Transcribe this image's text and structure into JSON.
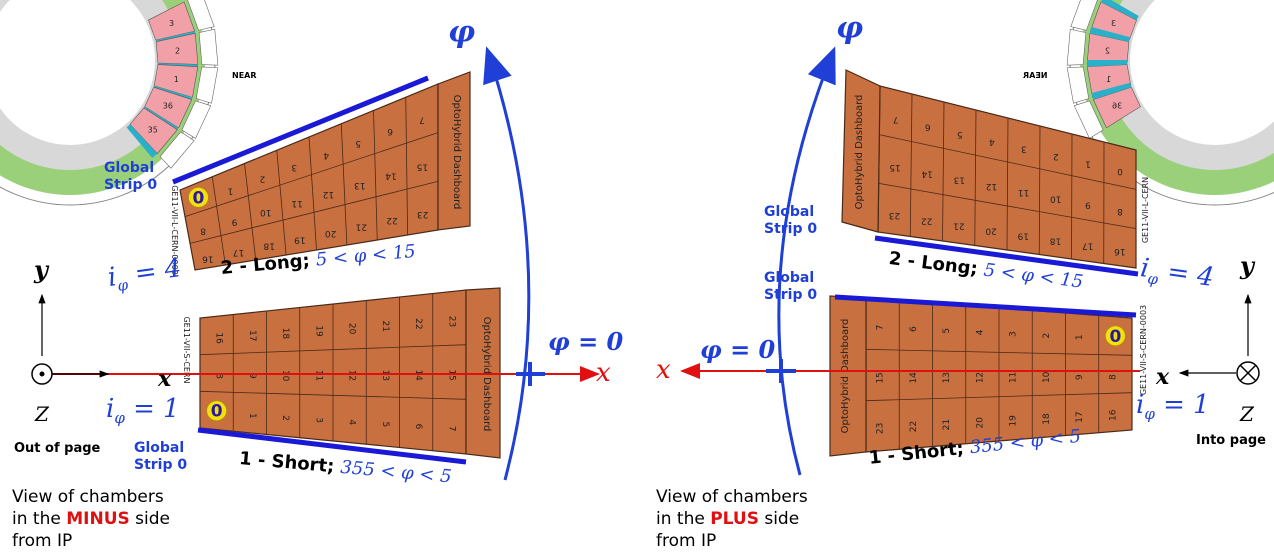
{
  "colors": {
    "chamber": "#c87040",
    "chamber_line": "#4a2a18",
    "strip_blue": "#1a1ad6",
    "axis_red": "#e01010",
    "phi_blue": "#1f3fd6",
    "ring_green": "#9ad07a",
    "ring_pink": "#f2a0a8",
    "ring_cyan": "#2ab0c8",
    "zero_yellow": "#f4e010"
  },
  "left": {
    "long_label": "2 - Long; ",
    "long_range": "5 < φ < 15",
    "short_label": "1 - Short; ",
    "short_range": "355 < φ < 5",
    "i4": "i",
    "i4_sub": "φ",
    "i4_val": " = 4",
    "i1": "i",
    "i1_sub": "φ",
    "i1_val": " = 1",
    "phi": "φ",
    "phi0": "φ = 0",
    "x_label": "x",
    "x_axis_end": "x",
    "y_label": "y",
    "z_label": "Z",
    "page_dir": "Out of page",
    "global_strip_top": [
      "Global",
      "Strip 0"
    ],
    "global_strip_bottom": [
      "Global",
      "Strip 0"
    ],
    "view_lines": [
      "View of chambers",
      "in the ",
      "MINUS",
      " side",
      "from IP"
    ],
    "long_id": "GE11-VII-L-CERN-0003",
    "short_id": "GE11-VII-S-CERN",
    "dashboard": "OptoHybrid Dashboard",
    "ring_numbers": [
      "3",
      "2",
      "1",
      "36",
      "35"
    ],
    "near": "NEAR",
    "zero": "0",
    "long_rows": [
      [
        "0",
        "1",
        "2",
        "3",
        "4",
        "5",
        "6",
        "7"
      ],
      [
        "8",
        "9",
        "10",
        "11",
        "12",
        "13",
        "14",
        "15"
      ],
      [
        "16",
        "17",
        "18",
        "19",
        "20",
        "21",
        "22",
        "23"
      ]
    ],
    "short_rows": [
      [
        "16",
        "17",
        "18",
        "19",
        "20",
        "21",
        "22",
        "23"
      ],
      [
        "8",
        "9",
        "10",
        "11",
        "12",
        "13",
        "14",
        "15"
      ],
      [
        "0",
        "1",
        "2",
        "3",
        "4",
        "5",
        "6",
        "7"
      ]
    ]
  },
  "right": {
    "long_label": "2 - Long; ",
    "long_range": "5 < φ < 15",
    "short_label": "1 - Short; ",
    "short_range": "355 < φ < 5",
    "i4": "i",
    "i4_sub": "φ",
    "i4_val": " = 4",
    "i1": "i",
    "i1_sub": "φ",
    "i1_val": " = 1",
    "phi": "φ",
    "phi0": "φ = 0",
    "x_label": "x",
    "x_axis_end": "x",
    "y_label": "y",
    "z_label": "Z",
    "page_dir": "Into page",
    "global_strip_top": [
      "Global",
      "Strip 0"
    ],
    "global_strip_bottom": [
      "Global",
      "Strip 0"
    ],
    "view_lines": [
      "View of chambers",
      "in the ",
      "PLUS",
      " side",
      "from IP"
    ],
    "long_id": "GE11-VII-L-CERN",
    "short_id": "GE11-VII-S-CERN-0003",
    "dashboard": "OptoHybrid Dashboard",
    "ring_numbers": [
      "3",
      "2",
      "1",
      "36"
    ],
    "near": "NEAR",
    "zero": "0",
    "long_rows": [
      [
        "7",
        "6",
        "5",
        "4",
        "3",
        "2",
        "1",
        "0"
      ],
      [
        "15",
        "14",
        "13",
        "12",
        "11",
        "10",
        "9",
        "8"
      ],
      [
        "23",
        "22",
        "21",
        "20",
        "19",
        "18",
        "17",
        "16"
      ]
    ],
    "short_rows": [
      [
        "7",
        "6",
        "5",
        "4",
        "3",
        "2",
        "1",
        "0"
      ],
      [
        "15",
        "14",
        "13",
        "12",
        "11",
        "10",
        "9",
        "8"
      ],
      [
        "23",
        "22",
        "21",
        "20",
        "19",
        "18",
        "17",
        "16"
      ]
    ]
  }
}
